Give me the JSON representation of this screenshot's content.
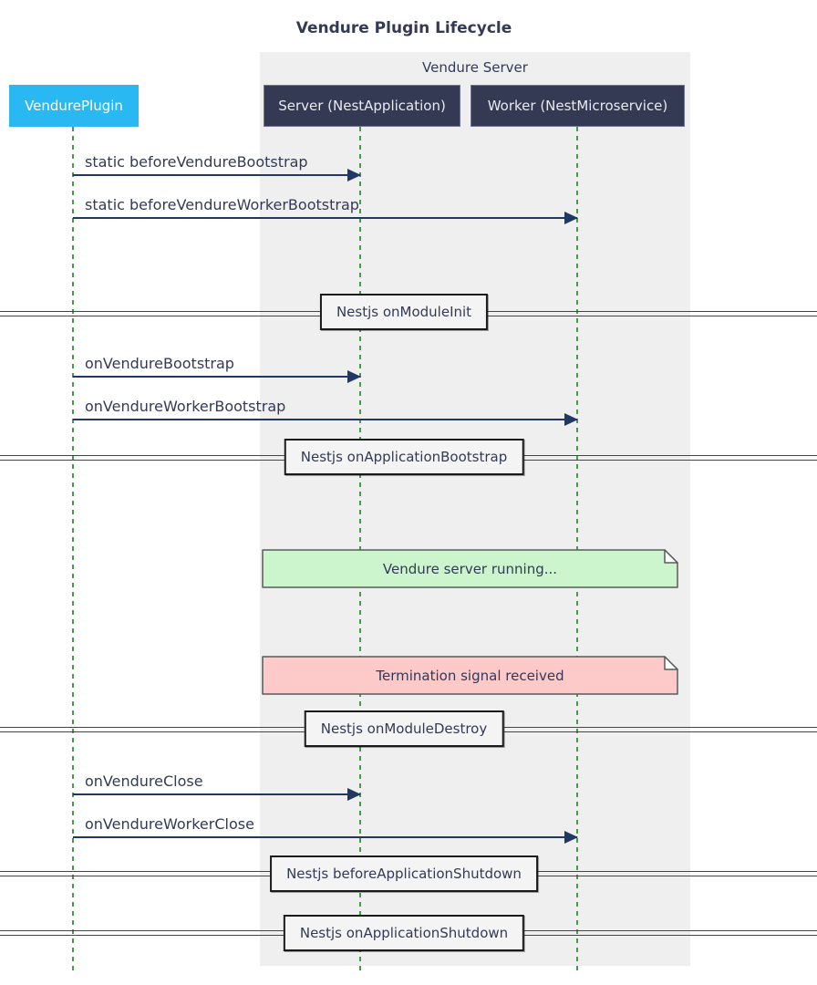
{
  "title": "Vendure Plugin Lifecycle",
  "group": {
    "label": "Vendure Server"
  },
  "actors": [
    {
      "id": "vendure-plugin",
      "label": "VendurePlugin"
    },
    {
      "id": "server",
      "label": "Server (NestApplication)"
    },
    {
      "id": "worker",
      "label": "Worker (NestMicroservice)"
    }
  ],
  "messages": [
    {
      "label": "static beforeVendureBootstrap",
      "from": "VendurePlugin",
      "to": "Server (NestApplication)"
    },
    {
      "label": "static beforeVendureWorkerBootstrap",
      "from": "VendurePlugin",
      "to": "Worker (NestMicroservice)"
    },
    {
      "label": "onVendureBootstrap",
      "from": "VendurePlugin",
      "to": "Server (NestApplication)"
    },
    {
      "label": "onVendureWorkerBootstrap",
      "from": "VendurePlugin",
      "to": "Worker (NestMicroservice)"
    },
    {
      "label": "onVendureClose",
      "from": "VendurePlugin",
      "to": "Server (NestApplication)"
    },
    {
      "label": "onVendureWorkerClose",
      "from": "VendurePlugin",
      "to": "Worker (NestMicroservice)"
    }
  ],
  "dividers": [
    {
      "label": "Nestjs onModuleInit"
    },
    {
      "label": "Nestjs onApplicationBootstrap"
    },
    {
      "label": "Nestjs onModuleDestroy"
    },
    {
      "label": "Nestjs beforeApplicationShutdown"
    },
    {
      "label": "Nestjs onApplicationShutdown"
    }
  ],
  "notes": [
    {
      "label": "Vendure server running...",
      "type": "success"
    },
    {
      "label": "Termination signal received",
      "type": "danger"
    }
  ],
  "colors": {
    "plugin_actor": "#29b8f2",
    "dark_actor": "#343a54",
    "group_background": "#efefef",
    "arrow": "#1f3864",
    "lifeline": "#3ca33c",
    "text": "#333a56",
    "note_success_fill": "#cdf5cd",
    "note_danger_fill": "#fdc9c9",
    "note_border": "#5a5a5a"
  }
}
